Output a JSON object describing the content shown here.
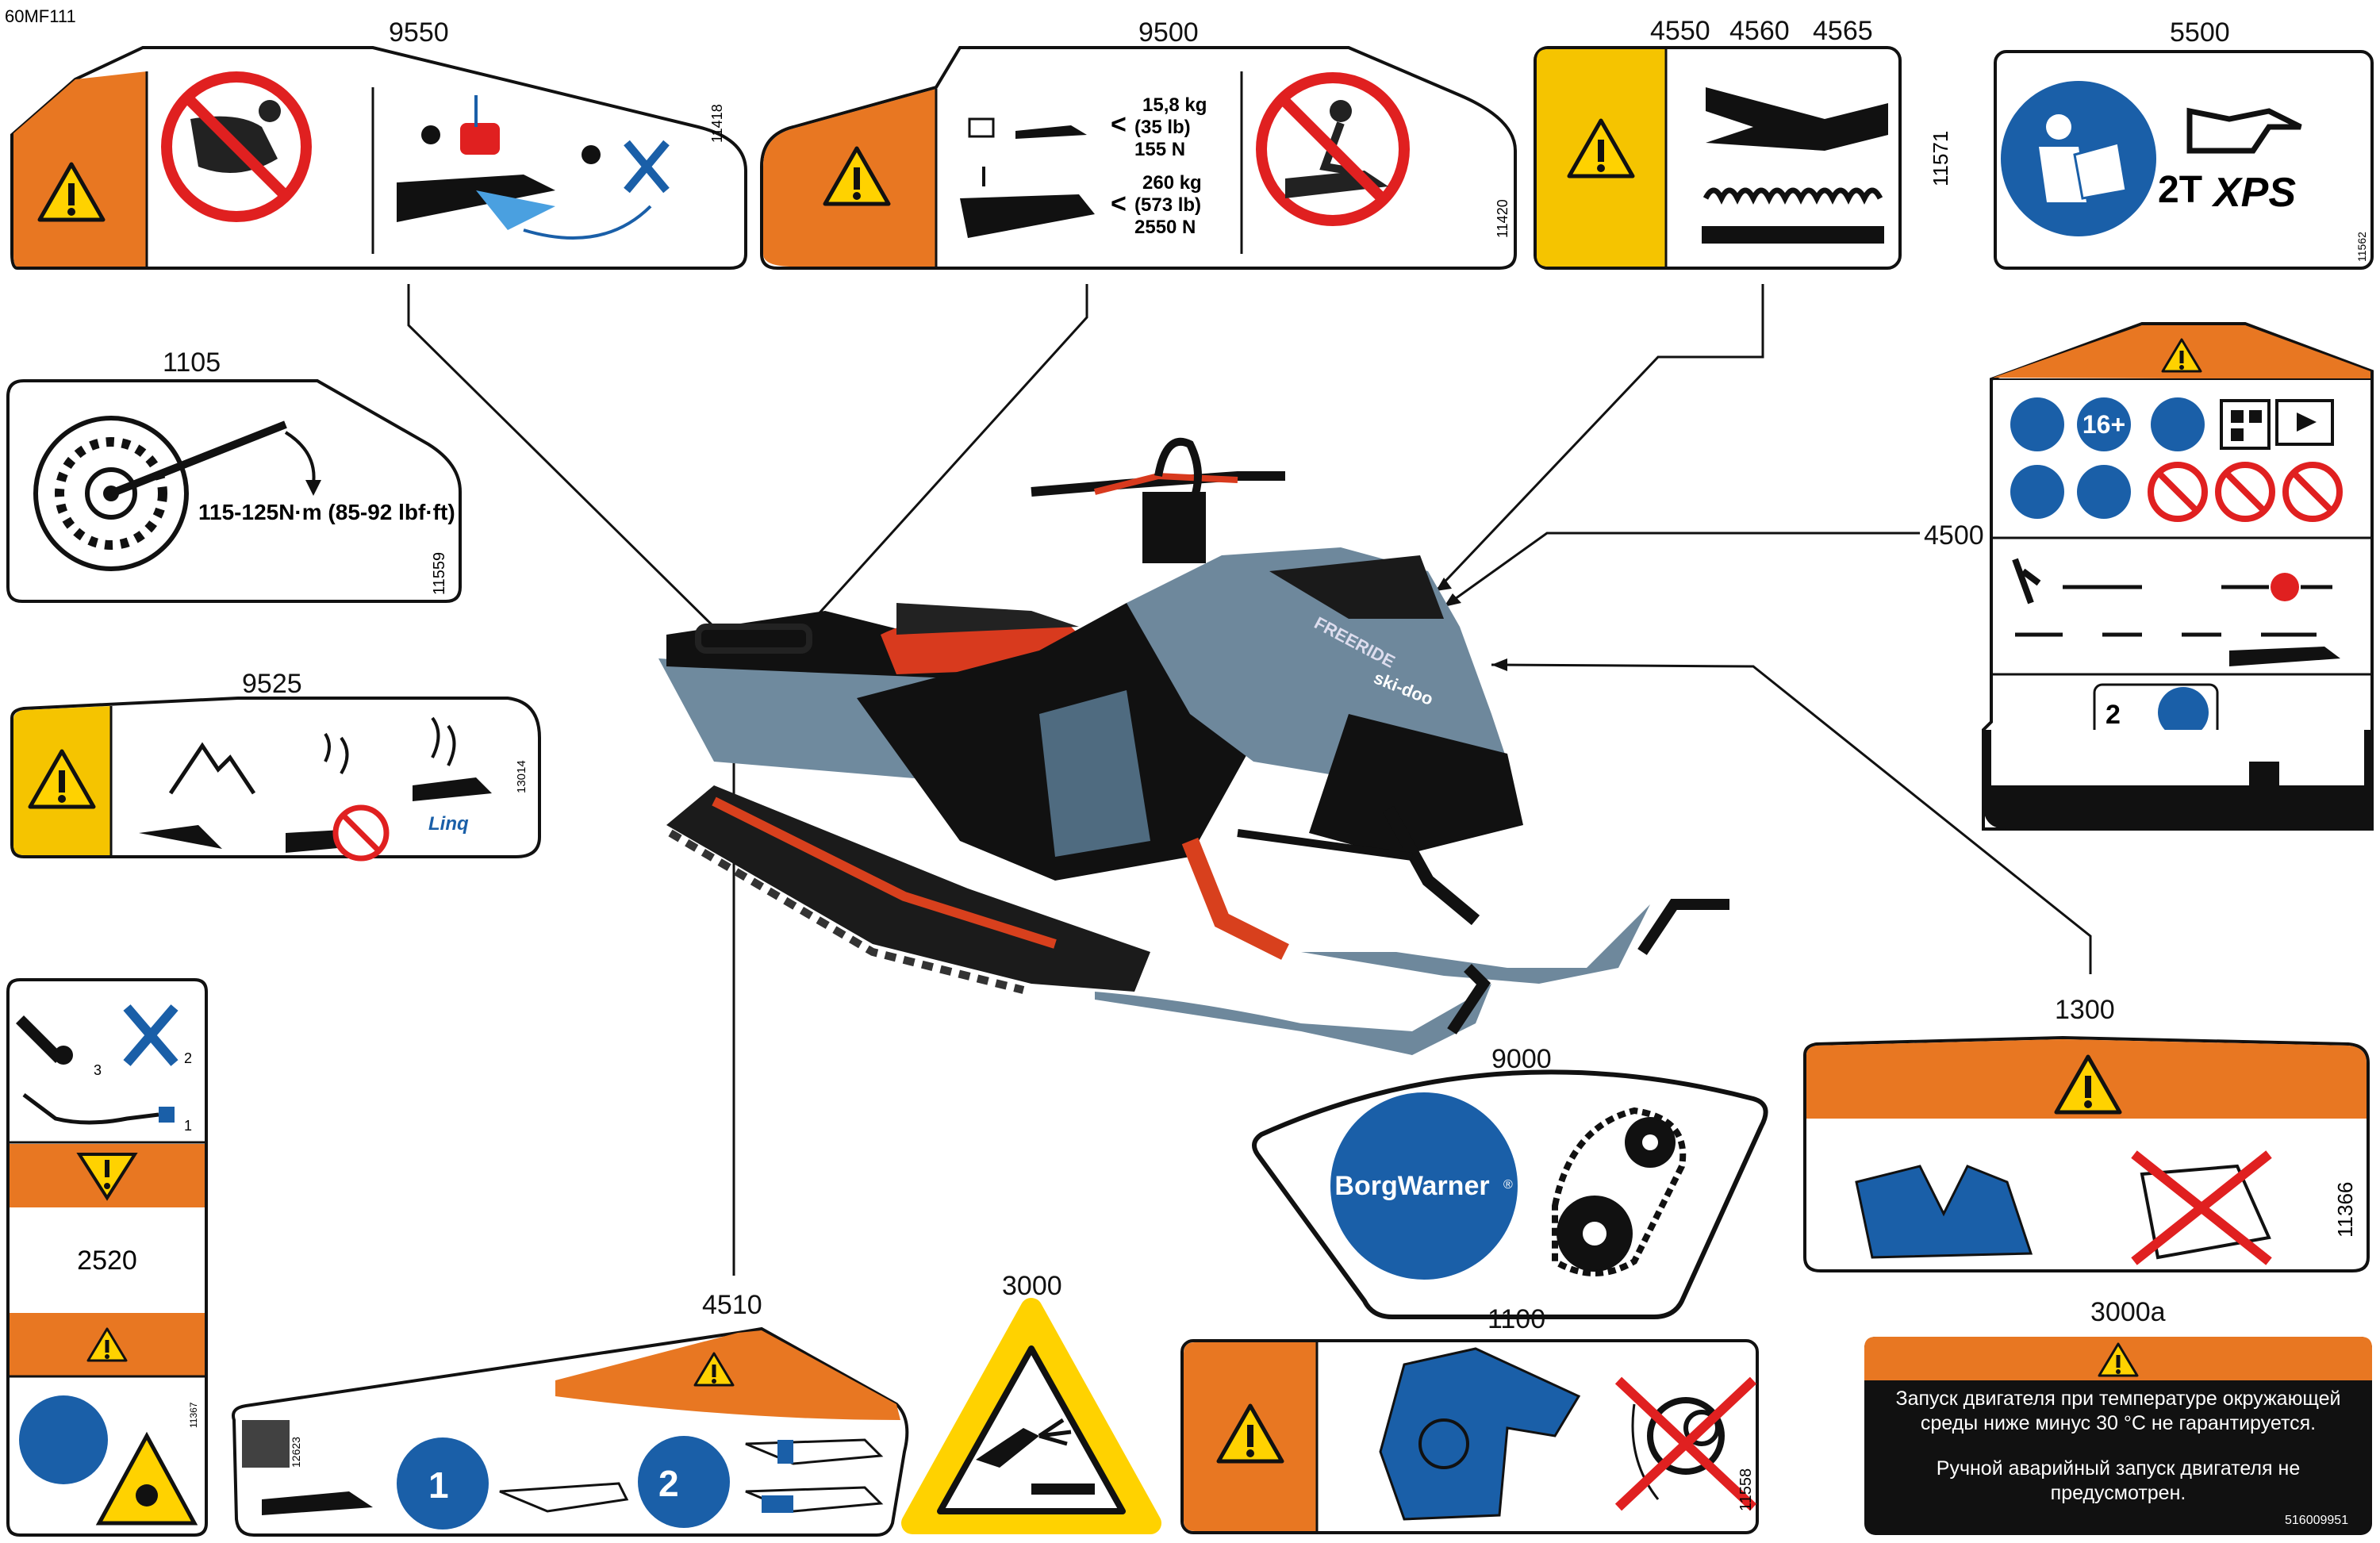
{
  "diagram_code": "60MF111",
  "labels": {
    "l9550": {
      "ref": "9550",
      "code": "11418"
    },
    "l9500": {
      "ref": "9500",
      "code": "11420",
      "load1_kg": "15,8 kg",
      "load1_lb": "(35 lb)",
      "load1_n": "155 N",
      "load2_kg": "260 kg",
      "load2_lb": "(573 lb)",
      "load2_n": "2550 N",
      "lt": "<"
    },
    "l4550": {
      "refs": [
        "4550",
        "4560",
        "4565"
      ],
      "code": "11571"
    },
    "l5500": {
      "ref": "5500",
      "oil_text": "2T",
      "brand": "XPS",
      "code": "11562"
    },
    "l1105": {
      "ref": "1105",
      "torque": "115-125N·m  (85-92 lbf·ft)",
      "code": "11559"
    },
    "l4500": {
      "ref": "4500",
      "age": "16+",
      "riders": "2"
    },
    "l9525": {
      "ref": "9525",
      "code": "13014",
      "brand": "Linq"
    },
    "l1300": {
      "ref": "1300",
      "code": "11366"
    },
    "l9000": {
      "ref": "9000",
      "brand": "BorgWarner",
      "registered": "®"
    },
    "l2520": {
      "ref": "2520",
      "code": "11367",
      "steps": [
        "3",
        "2",
        "1"
      ]
    },
    "l4510": {
      "ref": "4510",
      "code": "12623",
      "p1": "1",
      "p2": "2"
    },
    "l3000": {
      "ref": "3000"
    },
    "l1100": {
      "ref": "1100",
      "code": "11558"
    },
    "l3000a": {
      "ref": "3000a",
      "line1": "Запуск двигателя при температуре окружающей",
      "line2": "среды ниже минус 30 °C не гарантируется.",
      "line3": "Ручной аварийный запуск двигателя не",
      "line4": "предусмотрен.",
      "code": "516009951"
    }
  },
  "sled": {
    "brand": "ski-doo",
    "model": "FREERIDE"
  },
  "colors": {
    "warning_orange": "#e87722",
    "warning_yellow": "#f5c400",
    "mandatory_blue": "#1a5fa8",
    "prohibition_red": "#e02020",
    "sled_body": "#6e889c",
    "sled_accent": "#e0411f"
  }
}
